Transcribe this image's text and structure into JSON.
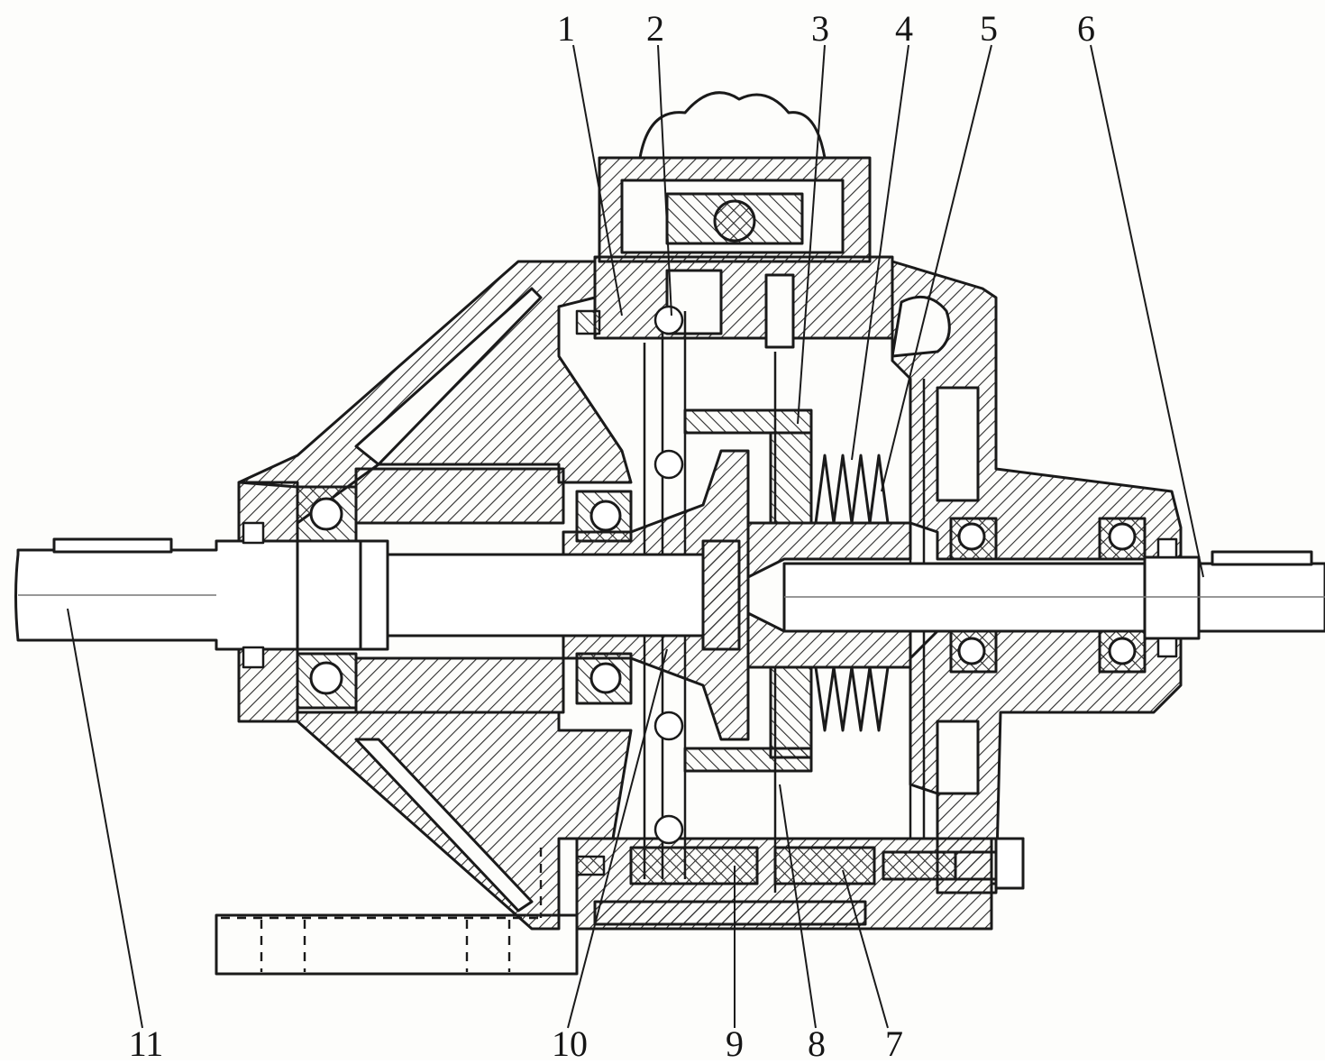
{
  "figure": {
    "part_labels": {
      "p1": "1",
      "p2": "2",
      "p3": "3",
      "p4": "4",
      "p5": "5",
      "p6": "6",
      "p7": "7",
      "p8": "8",
      "p9": "9",
      "p10": "10",
      "p11": "11"
    }
  },
  "colors": {
    "line": "#1a1a1a",
    "hatch": "#2b2b2b",
    "paper": "#fdfdfb"
  }
}
